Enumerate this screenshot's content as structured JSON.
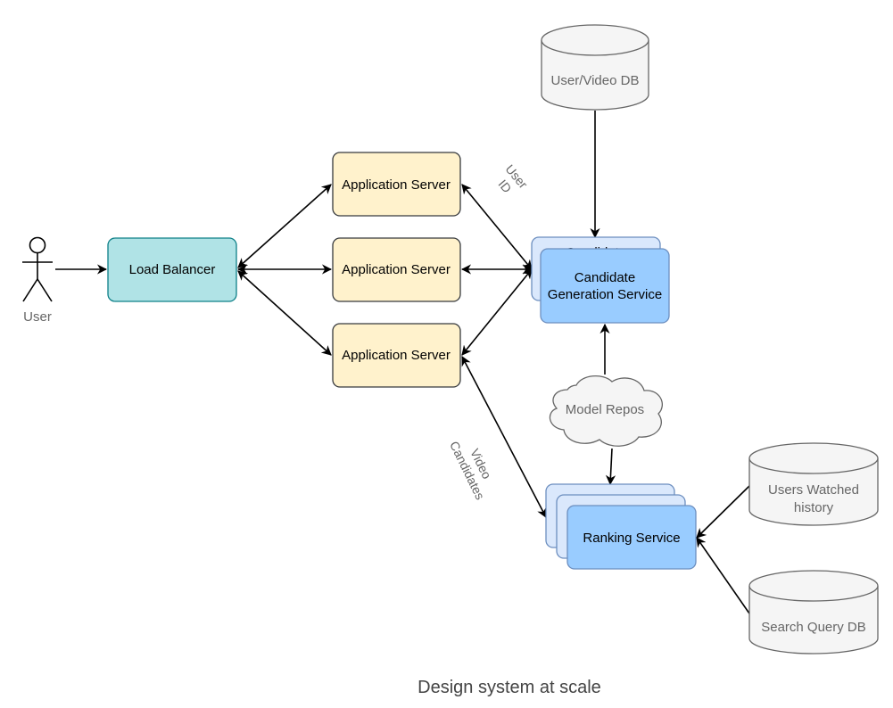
{
  "caption": "Design system at scale",
  "actor": {
    "label": "User"
  },
  "load_balancer": {
    "label": "Load Balancer"
  },
  "app_servers": [
    {
      "label": "Application Server"
    },
    {
      "label": "Application Server"
    },
    {
      "label": "Application Server"
    }
  ],
  "candidate_service": {
    "label_line1": "Candidate",
    "label_line2": "Generation Service",
    "back_label_partial": "Candidate"
  },
  "ranking_service": {
    "label": "Ranking Service"
  },
  "model_repos": {
    "label": "Model Repos"
  },
  "databases": {
    "user_video_db": {
      "label": "User/Video DB"
    },
    "users_watched_history": {
      "label_line1": "Users Watched",
      "label_line2": "history"
    },
    "search_query_db": {
      "label": "Search Query DB"
    }
  },
  "edge_labels": {
    "user_id_line1": "User",
    "user_id_line2": "ID",
    "video_candidates_line1": "Video",
    "video_candidates_line2": "Candidates"
  },
  "colors": {
    "load_balancer_fill": "#b0e3e6",
    "load_balancer_stroke": "#0e8088",
    "app_server_fill": "#fff2cc",
    "app_server_stroke": "#36393d",
    "service_fill": "#99ccff",
    "service_back_fill": "#dae8fc",
    "service_stroke": "#6c8ebf",
    "db_fill": "#f5f5f5",
    "db_stroke": "#666666"
  }
}
